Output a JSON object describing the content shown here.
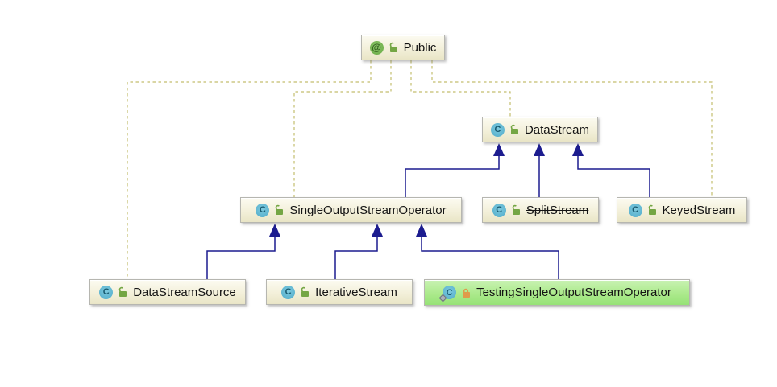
{
  "diagram": {
    "icons": {
      "class_glyph": "C",
      "annotation_glyph": "@"
    },
    "colors": {
      "inheritance_edge": "#1c1c8f",
      "annotation_edge": "#c3bd6d",
      "node_background": "#f3f0da",
      "highlight_background": "#acea8c",
      "class_icon": "#5db4d0",
      "annotation_icon": "#72b24e",
      "open_lock": "#74a644",
      "closed_lock": "#e09a4b"
    },
    "nodes": {
      "public": {
        "label": "Public",
        "kind": "annotation",
        "lock": "open"
      },
      "dataStream": {
        "label": "DataStream",
        "kind": "class",
        "lock": "open"
      },
      "singleOutputStreamOperator": {
        "label": "SingleOutputStreamOperator",
        "kind": "class",
        "lock": "open"
      },
      "splitStream": {
        "label": "SplitStream",
        "kind": "class",
        "lock": "open",
        "deprecated": true
      },
      "keyedStream": {
        "label": "KeyedStream",
        "kind": "class",
        "lock": "open"
      },
      "dataStreamSource": {
        "label": "DataStreamSource",
        "kind": "class",
        "lock": "open"
      },
      "iterativeStream": {
        "label": "IterativeStream",
        "kind": "class",
        "lock": "open"
      },
      "testingSingleOutputStreamOperator": {
        "label": "TestingSingleOutputStreamOperator",
        "kind": "class",
        "lock": "closed",
        "highlighted": true,
        "static": true
      }
    },
    "edges": {
      "inheritance": [
        {
          "from": "SingleOutputStreamOperator",
          "to": "DataStream"
        },
        {
          "from": "SplitStream",
          "to": "DataStream"
        },
        {
          "from": "KeyedStream",
          "to": "DataStream"
        },
        {
          "from": "DataStreamSource",
          "to": "SingleOutputStreamOperator"
        },
        {
          "from": "IterativeStream",
          "to": "SingleOutputStreamOperator"
        },
        {
          "from": "TestingSingleOutputStreamOperator",
          "to": "SingleOutputStreamOperator"
        }
      ],
      "annotation": [
        {
          "from": "Public",
          "to": "DataStreamSource"
        },
        {
          "from": "Public",
          "to": "SingleOutputStreamOperator"
        },
        {
          "from": "Public",
          "to": "DataStream"
        },
        {
          "from": "Public",
          "to": "KeyedStream"
        }
      ]
    }
  }
}
